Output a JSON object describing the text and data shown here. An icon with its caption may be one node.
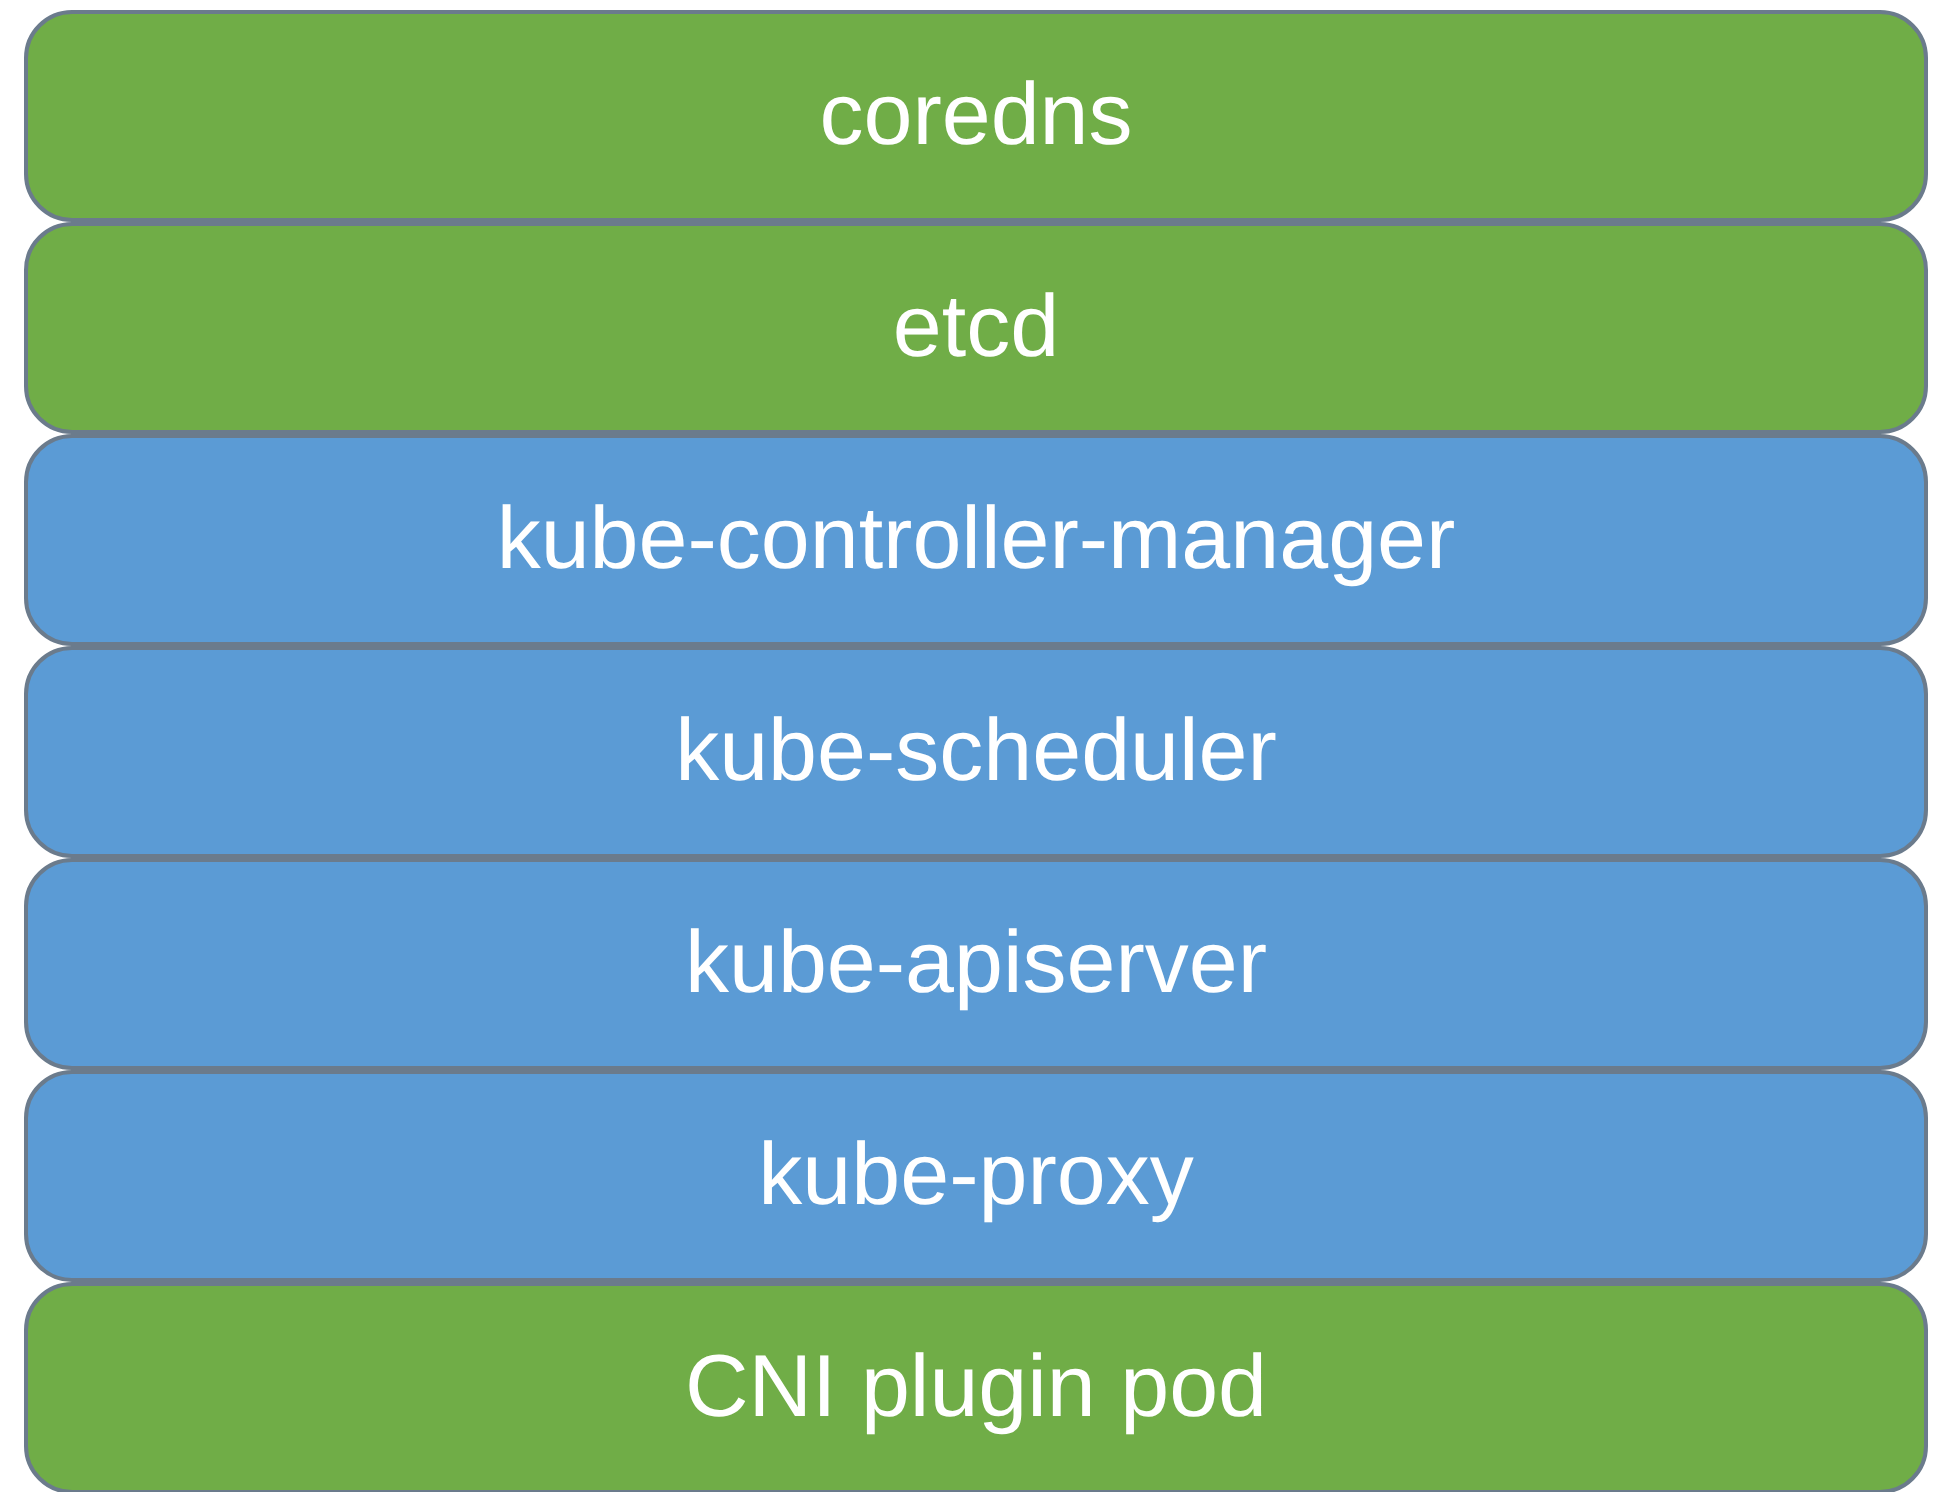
{
  "diagram": {
    "nodes": [
      {
        "text": [
          "coredns"
        ]
      },
      {
        "text": [
          "etcd"
        ]
      },
      {
        "text": [
          "kube-controller-manager"
        ]
      },
      {
        "text": [
          "kube-scheduler"
        ]
      },
      {
        "text": [
          "kube-apiserver"
        ]
      },
      {
        "text": [
          "kube-proxy"
        ]
      },
      {
        "text": [
          "CNI plugin pod"
        ]
      }
    ]
  }
}
